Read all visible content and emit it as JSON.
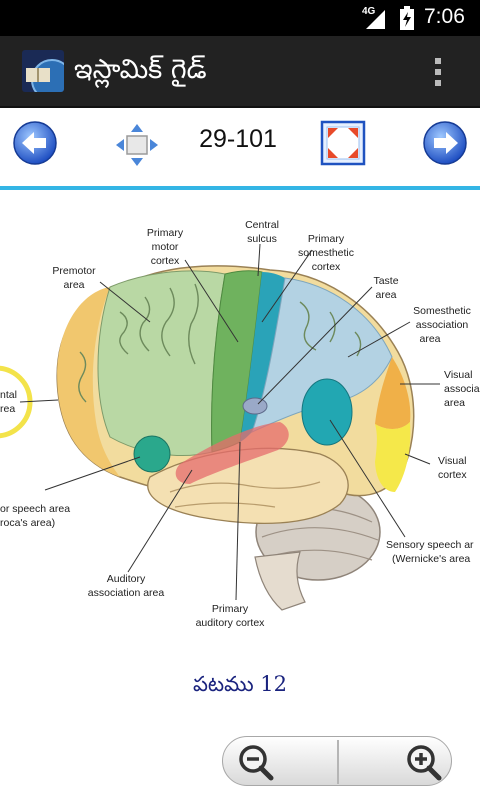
{
  "status_bar": {
    "network": "4G",
    "time": "7:06"
  },
  "app_bar": {
    "title": "ఇస్లామిక్ గైడ్"
  },
  "toolbar": {
    "page_indicator": "29-101"
  },
  "figure": {
    "labels": {
      "primary_motor": [
        "Primary",
        "motor",
        "cortex"
      ],
      "central_sulcus": [
        "Central",
        "sulcus"
      ],
      "primary_somesthetic": [
        "Primary",
        "somesthetic",
        "cortex"
      ],
      "premotor": [
        "Premotor",
        "area"
      ],
      "taste": [
        "Taste",
        "area"
      ],
      "somesthetic_assoc": [
        "Somesthetic",
        "association",
        "area"
      ],
      "prefrontal": [
        "ntal",
        "rea"
      ],
      "visual_assoc": [
        "Visual",
        "associa",
        "area"
      ],
      "visual_cortex": [
        "Visual",
        "cortex"
      ],
      "broca": [
        "or speech area",
        "roca's area)"
      ],
      "sensory_speech": [
        "Sensory speech ar",
        "(Wernicke's area"
      ],
      "auditory_assoc": [
        "Auditory",
        "association area"
      ],
      "primary_auditory": [
        "Primary",
        "auditory cortex"
      ]
    }
  },
  "caption": "పటము 12",
  "colors": {
    "accent": "#33b5e5",
    "caption": "#1a237e",
    "action_bar": "#222222"
  },
  "icons": {
    "prev": "arrow-left-icon",
    "next": "arrow-right-icon",
    "move": "move-icon",
    "fullscreen": "fullscreen-icon",
    "zoom_out": "zoom-out-icon",
    "zoom_in": "zoom-in-icon"
  }
}
